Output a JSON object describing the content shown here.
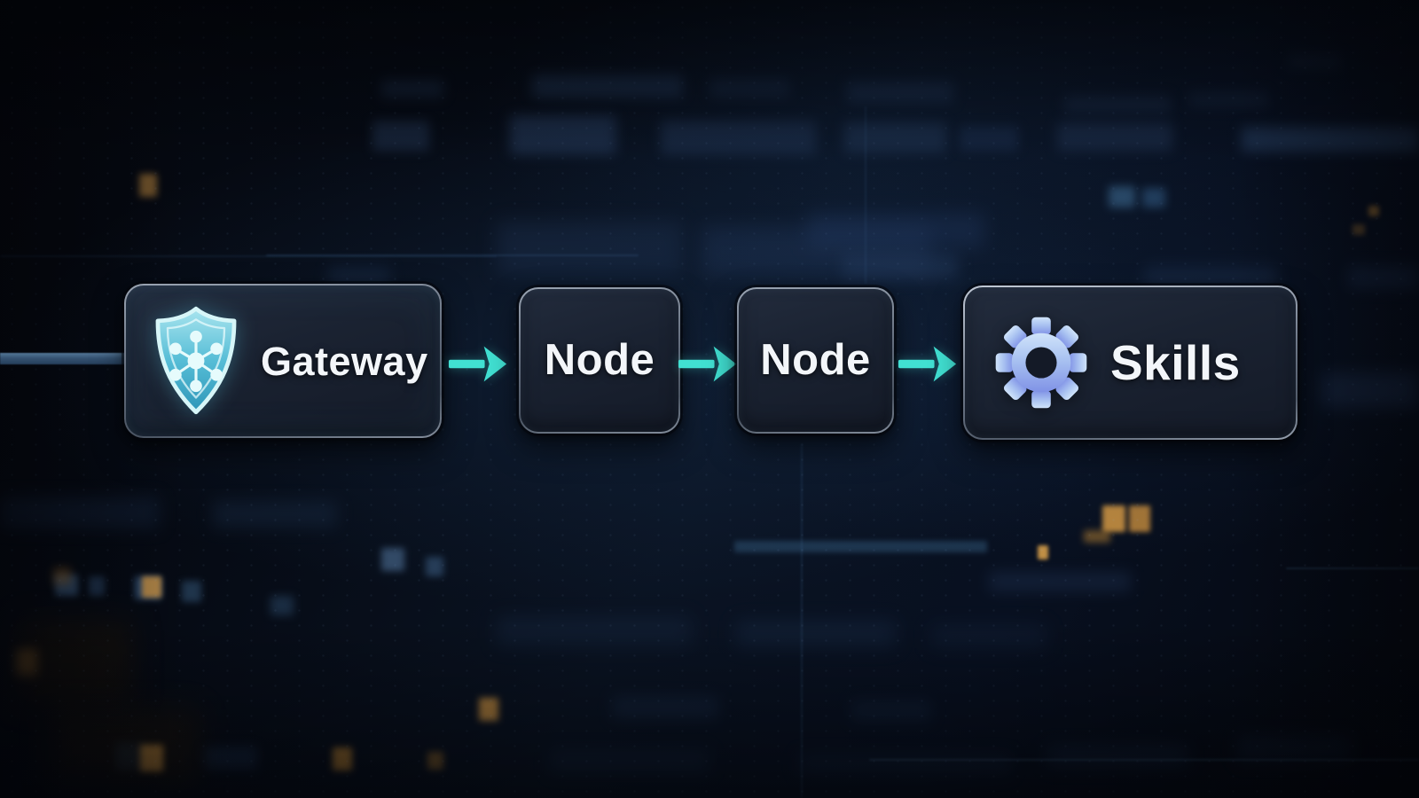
{
  "diagram": {
    "nodes": [
      {
        "id": "gateway",
        "label": "Gateway",
        "icon": "shield-network-icon"
      },
      {
        "id": "node-1",
        "label": "Node"
      },
      {
        "id": "node-2",
        "label": "Node"
      },
      {
        "id": "skills",
        "label": "Skills",
        "icon": "gear-icon"
      }
    ],
    "edges": [
      {
        "from": "gateway",
        "to": "node-1"
      },
      {
        "from": "node-1",
        "to": "node-2"
      },
      {
        "from": "node-2",
        "to": "skills"
      }
    ],
    "colors": {
      "arrow": "#41e0d2",
      "label_text": "#f3f6fa",
      "box_bg_top": "#222b3c",
      "box_bg_bottom": "#141a27",
      "border_light": "#9aa4b2",
      "border_dark": "#4a5462",
      "shield_top": "#a8e4ee",
      "shield_mid": "#56bdd6",
      "shield_bottom": "#2e96b8",
      "shield_stroke": "#d7f6f8",
      "network_lines": "#e6fbfc",
      "gear_top": "#cfe3fa",
      "gear_bottom": "#8092e6",
      "connector_bar": "#3a5a7c",
      "accent_orange": "#d09440",
      "background_base": "#070d17"
    }
  }
}
